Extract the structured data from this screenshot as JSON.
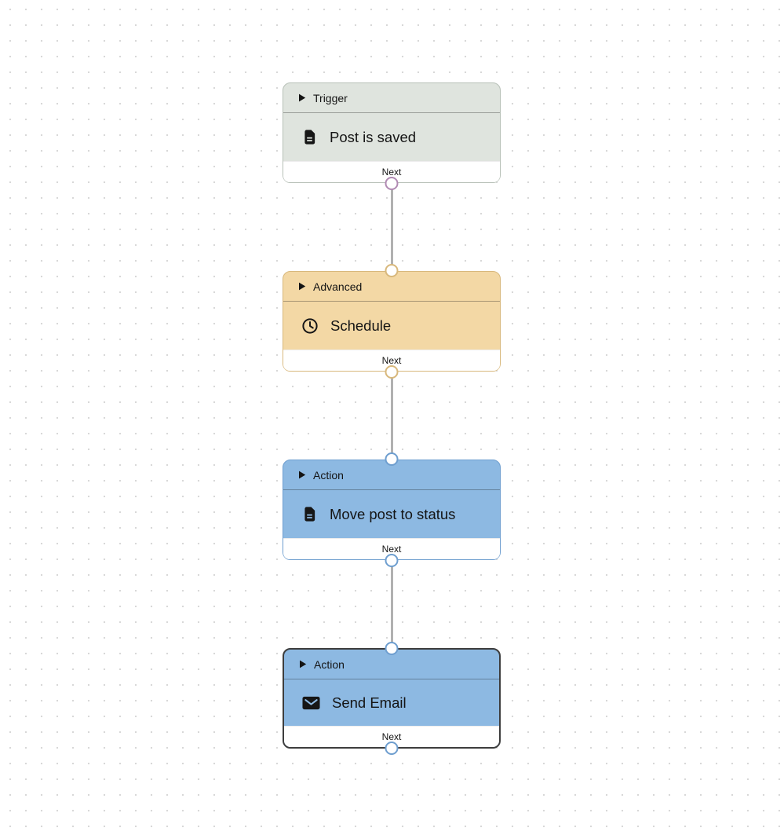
{
  "app": {
    "view": "workflow-editor-canvas"
  },
  "canvas": {
    "background_color": "#ffffff",
    "dot_grid_color": "#d6d6d6",
    "edge_color": "#b1b1b1"
  },
  "nodes": [
    {
      "category": "Trigger",
      "title": "Post is saved",
      "icon": "document-icon",
      "footer_label": "Next",
      "colors": {
        "background": "#dfe4de",
        "border": "#b7c0b7",
        "port": "#b18ab3"
      },
      "has_input_port": false,
      "selected": false
    },
    {
      "category": "Advanced",
      "title": "Schedule",
      "icon": "clock-icon",
      "footer_label": "Next",
      "colors": {
        "background": "#f3d8a5",
        "border": "#d8b87c",
        "port": "#d8b87c"
      },
      "has_input_port": true,
      "selected": false
    },
    {
      "category": "Action",
      "title": "Move post to status",
      "icon": "document-icon",
      "footer_label": "Next",
      "colors": {
        "background": "#8db9e2",
        "border": "#6e9ecf",
        "port": "#6e9ecf"
      },
      "has_input_port": true,
      "selected": false
    },
    {
      "category": "Action",
      "title": "Send Email",
      "icon": "email-icon",
      "footer_label": "Next",
      "colors": {
        "background": "#8db9e2",
        "border": "#3d3d3d",
        "port": "#6e9ecf"
      },
      "has_input_port": true,
      "selected": true
    }
  ],
  "edges": [
    {
      "from": "Post is saved",
      "to": "Schedule"
    },
    {
      "from": "Schedule",
      "to": "Move post to status"
    },
    {
      "from": "Move post to status",
      "to": "Send Email"
    }
  ]
}
